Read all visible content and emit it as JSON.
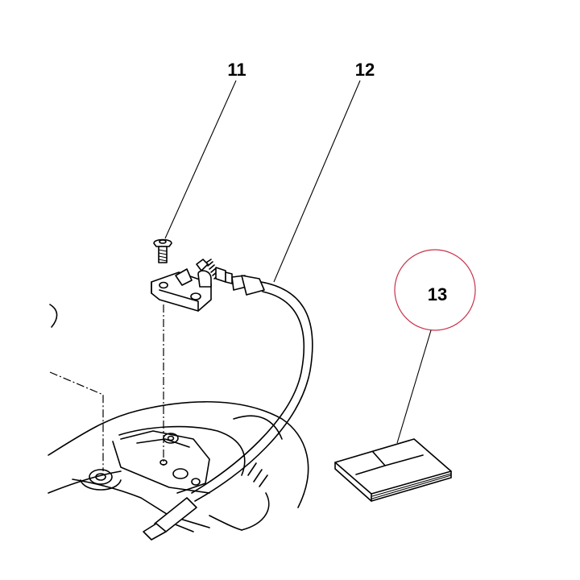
{
  "callouts": [
    {
      "id": "screw",
      "label": "11"
    },
    {
      "id": "cable",
      "label": "12"
    },
    {
      "id": "manual",
      "label": "13"
    }
  ],
  "colors": {
    "ink": "#000000",
    "highlight_circle": "#c8324a",
    "background": "#ffffff"
  }
}
